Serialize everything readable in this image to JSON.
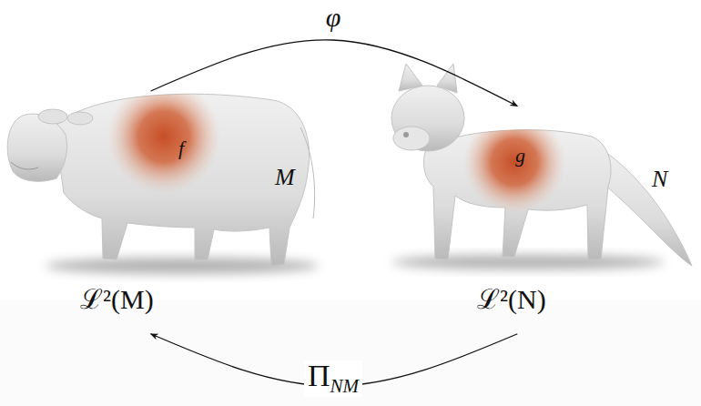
{
  "diagram": {
    "nodes": [
      {
        "text": [
          "f",
          "M",
          "ℒ²(M)"
        ]
      },
      {
        "text": [
          "g",
          "N",
          "ℒ²(N)"
        ]
      }
    ],
    "edges": [
      {
        "from": 0,
        "to": 1,
        "arrow": "to",
        "label": "φ"
      },
      {
        "from": 1,
        "to": 0,
        "arrow": "to",
        "label": "ΠNM"
      }
    ]
  }
}
